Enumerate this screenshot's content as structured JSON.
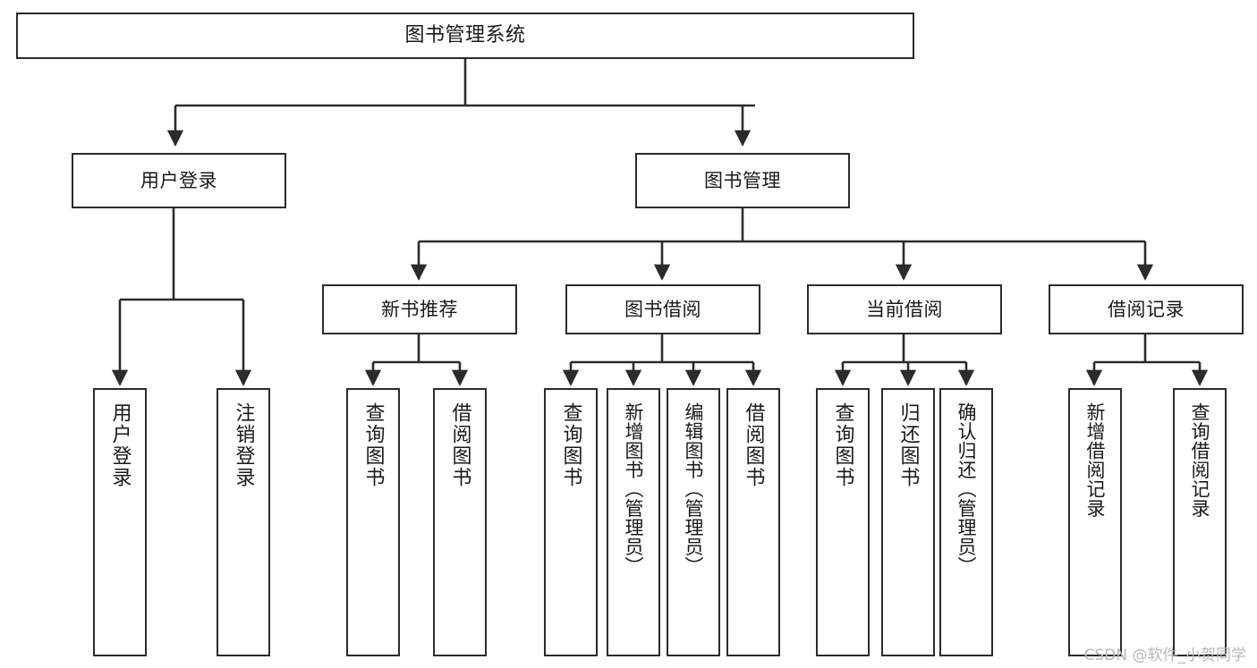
{
  "diagram": {
    "type": "tree-hierarchy",
    "title": "图书管理系统",
    "background_color": "#ffffff",
    "line_color": "#2b2b2b",
    "box_border_color": "#2b2b2b",
    "text_color": "#1a1a1a"
  },
  "root": {
    "label": "图书管理系统"
  },
  "level2": [
    {
      "label": "用户登录"
    },
    {
      "label": "图书管理"
    }
  ],
  "level3": [
    {
      "label": "新书推荐"
    },
    {
      "label": "图书借阅"
    },
    {
      "label": "当前借阅"
    },
    {
      "label": "借阅记录"
    }
  ],
  "leaves": {
    "user_login": [
      {
        "label": "用户登录"
      },
      {
        "label": "注销登录"
      }
    ],
    "new_book_recommend": [
      {
        "label": "查询图书"
      },
      {
        "label": "借阅图书"
      }
    ],
    "book_borrow": [
      {
        "label": "查询图书"
      },
      {
        "label": "新增图书（管理员）"
      },
      {
        "label": "编辑图书（管理员）"
      },
      {
        "label": "借阅图书"
      }
    ],
    "current_borrow": [
      {
        "label": "查询图书"
      },
      {
        "label": "归还图书"
      },
      {
        "label": "确认归还（管理员）"
      }
    ],
    "borrow_record": [
      {
        "label": "新增借阅记录"
      },
      {
        "label": "查询借阅记录"
      }
    ]
  },
  "watermark": {
    "text": "CSDN @软件_小贺同学"
  }
}
